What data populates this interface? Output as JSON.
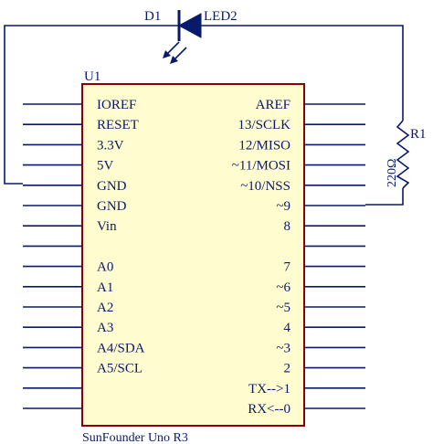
{
  "colors": {
    "wire": "#0a1a6b",
    "ink": "#0a1a6b",
    "chip_fill": "#fffcd0",
    "chip_stroke": "#8b0000",
    "led_fill": "#0a1a6b",
    "text": "#0a1a6b"
  },
  "chip": {
    "ref": "U1",
    "name": "SunFounder Uno R3",
    "left_pins": [
      "IOREF",
      "RESET",
      "3.3V",
      "5V",
      "GND",
      "GND",
      "Vin",
      "",
      "A0",
      "A1",
      "A2",
      "A3",
      "A4/SDA",
      "A5/SCL",
      "",
      ""
    ],
    "right_pins": [
      "AREF",
      "13/SCLK",
      "12/MISO",
      "~11/MOSI",
      "~10/NSS",
      "~9",
      "8",
      "",
      "7",
      "~6",
      "~5",
      "4",
      "~3",
      "2",
      "TX-->1",
      "RX<--0"
    ]
  },
  "led": {
    "ref": "D1",
    "value": "LED2",
    "icon": "led-diode-icon"
  },
  "resistor": {
    "ref": "R1",
    "value": "220Ω",
    "icon": "resistor-icon"
  }
}
